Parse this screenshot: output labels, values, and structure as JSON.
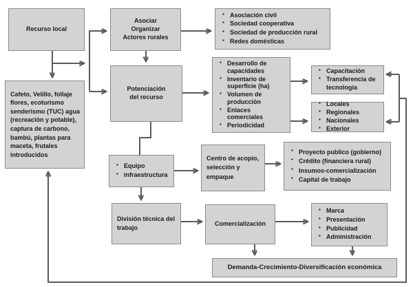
{
  "diagram_title": "Cadena de potenciación del recurso local (diagrama de flujo)",
  "colors": {
    "box_fill": "#d3d3d3",
    "box_border": "#8a8a8a",
    "arrow": "#5a5a5a",
    "text": "#1a1a1a",
    "background": "#ffffff"
  },
  "boxes": {
    "recurso_local": {
      "label": "Recurso local"
    },
    "asociar": {
      "lines": [
        "Asociar",
        "Organizar",
        "Actores rurales"
      ]
    },
    "asociacion": {
      "items": [
        "Asociación civil",
        "Sociedad  cooperativa",
        "Sociedad de producción  rural",
        "Redes domésticas"
      ]
    },
    "cafeto": {
      "text": "Cafeto, Velillo, follaje flores, ecoturismo senderismo (TUC) agua (recreación y potable), captura de carbono, bambú, plantas para maceta, frutales introducidos"
    },
    "potenciacion": {
      "lines": [
        "Potenciación",
        "del recurso"
      ]
    },
    "diagnostico": {
      "items": [
        "Desarrollo de capacidades",
        "Inventario de superficie (ha)",
        "Volumen de producción",
        "Enlaces comerciales",
        "Periodicidad"
      ]
    },
    "capacitacion": {
      "items": [
        "Capacitación",
        "Transferencia de tecnología"
      ]
    },
    "mercados": {
      "items": [
        "Locales",
        "Regionales",
        "Nacionales",
        "Exterior"
      ]
    },
    "equipo": {
      "items": [
        "Equipo",
        "infraestructura"
      ]
    },
    "centro_acopio": {
      "text": "Centro de acopio, selección y empaque"
    },
    "financiamiento": {
      "items": [
        "Proyecto publico (gobierno)",
        "Crédito (financiera  rural)",
        "Insumos-comercialización",
        "Capital de trabajo"
      ]
    },
    "division": {
      "text": "División técnica del trabajo"
    },
    "comercializacion": {
      "label": "Comercialización"
    },
    "marketing": {
      "items": [
        "Marca",
        "Presentación",
        "Publicidad",
        "Administración"
      ]
    },
    "demanda": {
      "label": "Demanda-Crecimiento-Diversificación económica"
    }
  }
}
